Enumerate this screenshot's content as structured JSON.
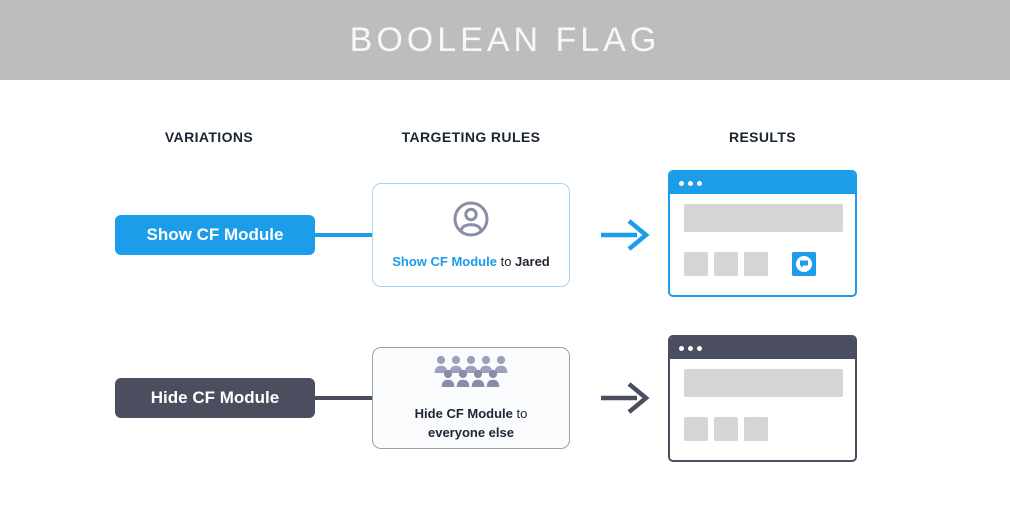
{
  "header": {
    "title": "BOOLEAN FLAG"
  },
  "columns": {
    "variations": "VARIATIONS",
    "targeting_rules": "TARGETING RULES",
    "results": "RESULTS"
  },
  "rows": [
    {
      "variation_label": "Show CF Module",
      "rule": {
        "flag": "Show CF Module",
        "connector": "to",
        "target": "Jared"
      },
      "icon": "user-avatar-icon",
      "result": "browser-with-cf-module-enabled"
    },
    {
      "variation_label": "Hide CF Module",
      "rule": {
        "flag": "Hide CF Module",
        "connector": "to",
        "target": "everyone else"
      },
      "icon": "crowd-icon",
      "result": "browser-with-cf-module-hidden"
    }
  ],
  "colors": {
    "accent_blue": "#1b9de9",
    "dark_slate": "#4a4e5f",
    "banner_gray": "#bdbdbd",
    "placeholder_gray": "#d5d5d7",
    "icon_purple_gray": "#8b8da8"
  }
}
